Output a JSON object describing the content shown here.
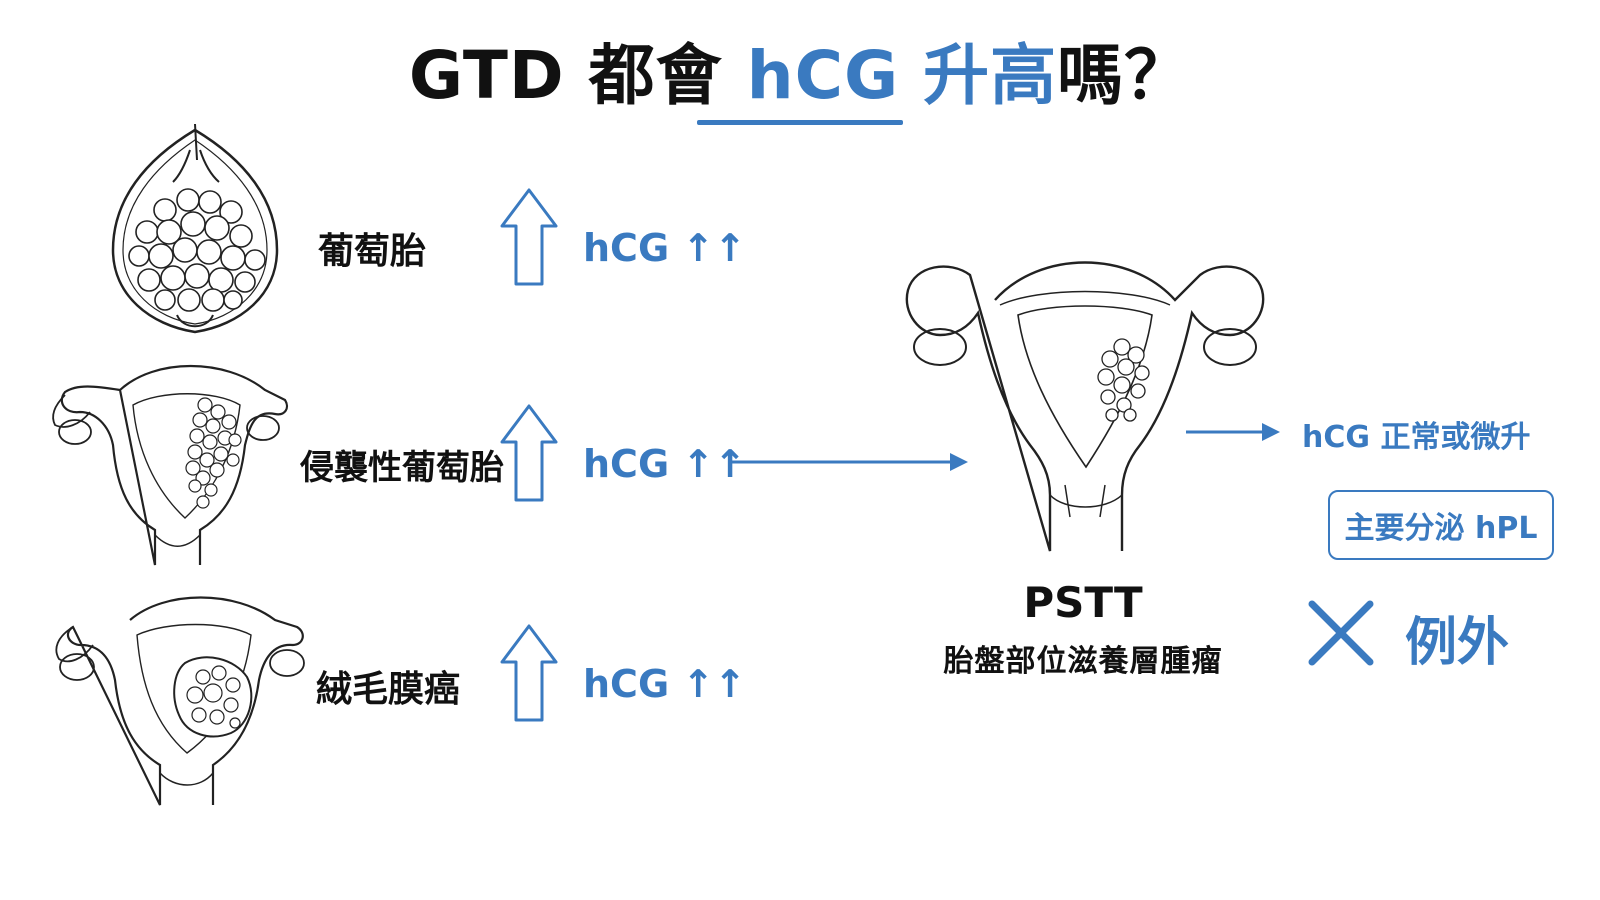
{
  "title": {
    "prefix": "GTD 都會 ",
    "highlight": "hCG 升高",
    "suffix": "嗎？"
  },
  "rows": [
    {
      "label": "葡萄胎",
      "hcg": "hCG ↑↑"
    },
    {
      "label": "侵襲性葡萄胎",
      "hcg": "hCG ↑↑"
    },
    {
      "label": "絨毛膜癌",
      "hcg": "hCG ↑↑"
    }
  ],
  "pstt": {
    "name": "PSTT",
    "full_name": "胎盤部位滋養層腫瘤"
  },
  "pstt_note": "hCG 正常或微升",
  "pstt_box": "主要分泌 hPL",
  "exception": "例外",
  "colors": {
    "accent": "#3a7ac0",
    "text": "#111111",
    "line": "#222222"
  },
  "icons": [
    "up-arrow-icon",
    "right-arrow-icon",
    "cross-icon"
  ]
}
